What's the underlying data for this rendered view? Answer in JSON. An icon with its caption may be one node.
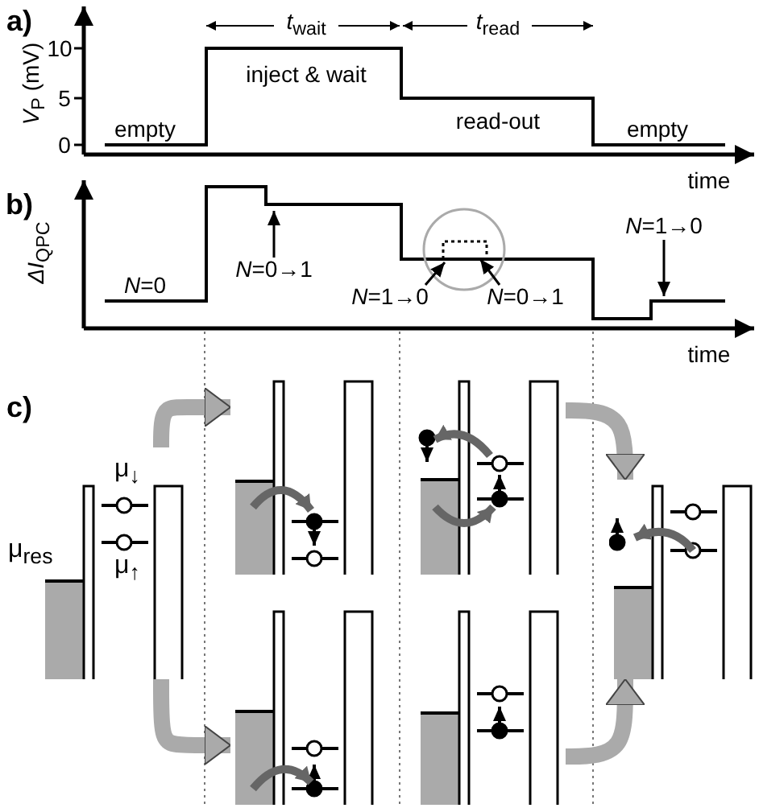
{
  "diagram": {
    "nodes": [
      {
        "text": [
          "*N*=0→1"
        ]
      },
      {
        "text": [
          "*N*=1→0"
        ]
      },
      {
        "text": [
          "*N*=0→1"
        ]
      },
      {
        "text": [
          "*N*=1→0"
        ]
      },
      {
        "text": [
          "μ$_{↓}$",
          "μ$_{res}$",
          "μ$_{↑}$"
        ]
      },
      {
        "text": [],
        "shape": "picture"
      },
      {
        "text": [],
        "shape": "picture"
      },
      {
        "text": [],
        "shape": "picture"
      },
      {
        "text": [],
        "shape": "picture"
      },
      {
        "text": [],
        "shape": "picture"
      }
    ],
    "edges": [
      {
        "from": 0,
        "to": null,
        "arrow": "to"
      },
      {
        "from": 1,
        "to": null,
        "arrow": "to"
      },
      {
        "from": 2,
        "to": null,
        "arrow": "to"
      },
      {
        "from": 3,
        "to": null,
        "arrow": "to"
      },
      {
        "from": 4,
        "to": 5,
        "arrow": "to",
        "style": "thick",
        "color": "#aaaaaa"
      },
      {
        "from": 4,
        "to": 6,
        "arrow": "to",
        "style": "thick",
        "color": "#aaaaaa"
      },
      {
        "from": 7,
        "to": 9,
        "arrow": "to",
        "style": "thick",
        "color": "#aaaaaa"
      },
      {
        "from": 8,
        "to": 9,
        "arrow": "to",
        "style": "thick",
        "color": "#aaaaaa"
      }
    ],
    "labels": [
      "a)",
      "*t*$_{wait}$",
      "*t*$_{read}$",
      "10",
      "5",
      "0",
      "*V*$_{P}$ (mV)",
      "empty",
      "inject & wait",
      "read-out",
      "empty",
      "time",
      "b)",
      "*ΔI*$_{QPC}$",
      "*N*=0",
      "time",
      "c)"
    ]
  }
}
